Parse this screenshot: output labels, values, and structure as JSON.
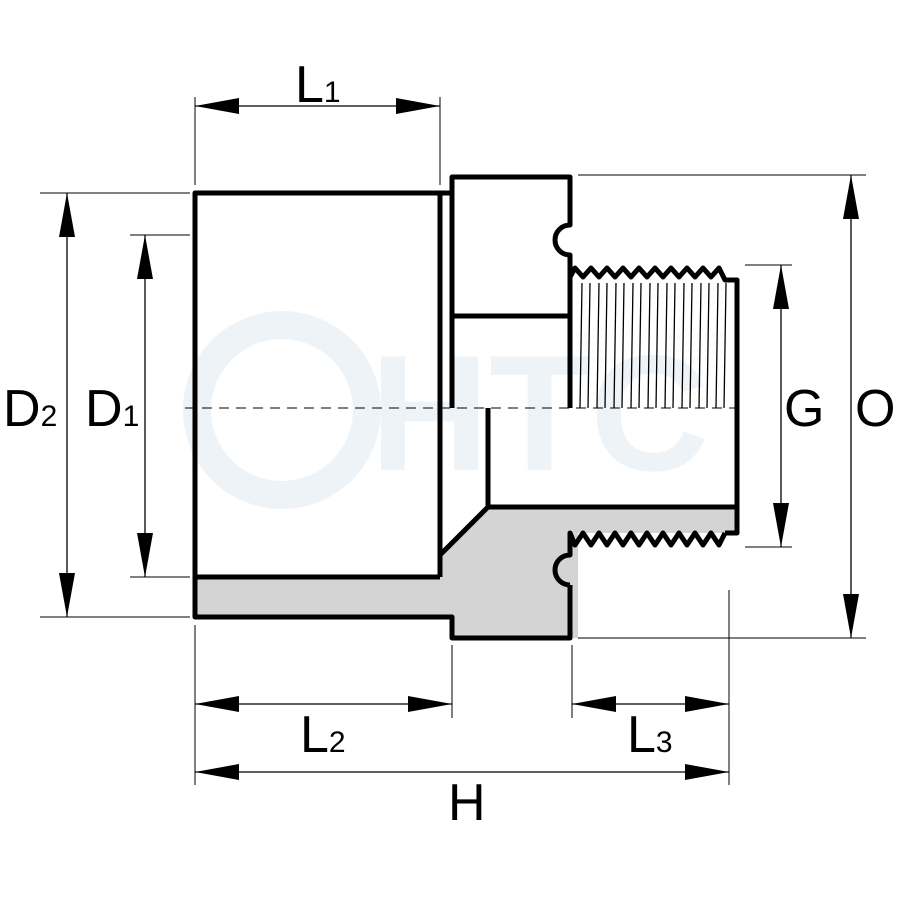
{
  "watermark": {
    "text": "HTC",
    "color": "#eef3f8"
  },
  "colors": {
    "line": "#000000",
    "fill": "#d4d4d4",
    "background": "#ffffff"
  },
  "labels": {
    "l1": {
      "main": "L",
      "sub": "1"
    },
    "l2": {
      "main": "L",
      "sub": "2"
    },
    "l3": {
      "main": "L",
      "sub": "3"
    },
    "h": {
      "main": "H"
    },
    "d1": {
      "main": "D",
      "sub": "1"
    },
    "d2": {
      "main": "D",
      "sub": "2"
    },
    "g": {
      "main": "G"
    },
    "o": {
      "main": "O"
    }
  }
}
